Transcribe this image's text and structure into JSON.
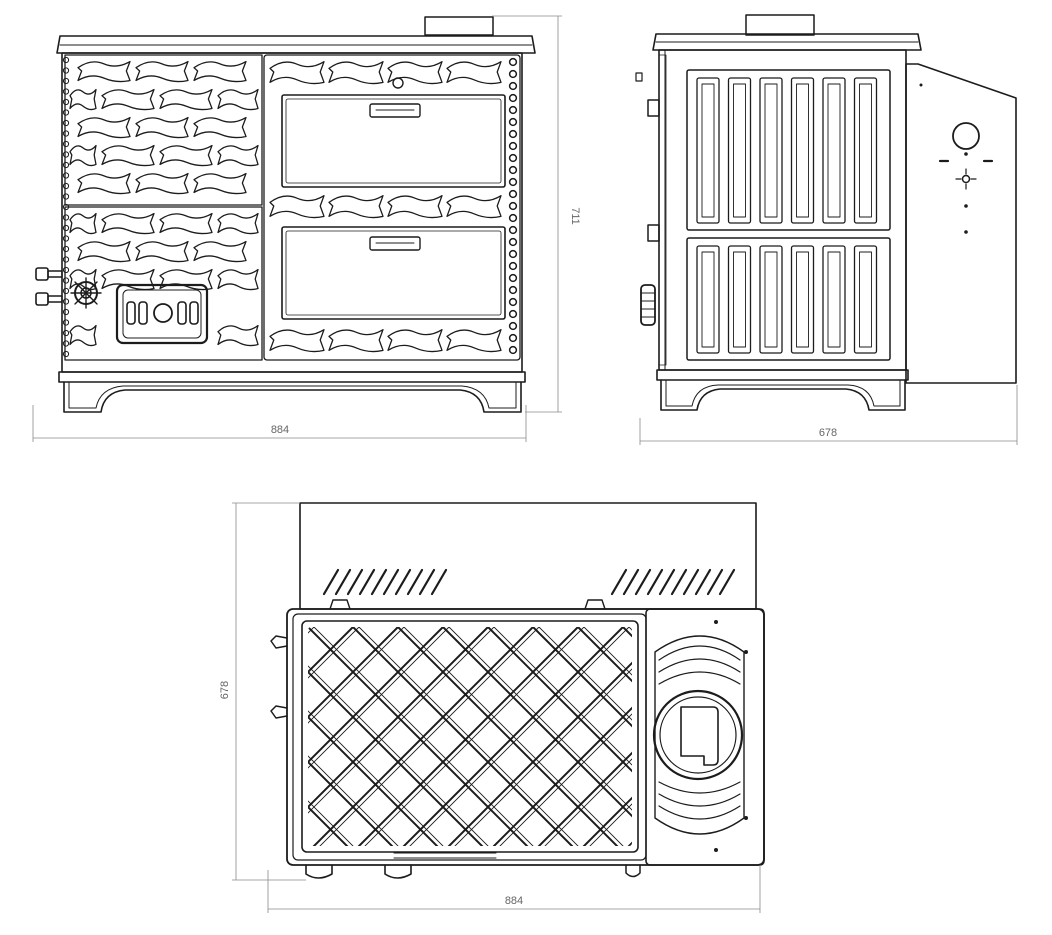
{
  "dimensions": {
    "front_width": "884",
    "front_height": "711",
    "side_depth": "678",
    "top_depth": "678",
    "top_width": "884"
  },
  "colors": {
    "line": "#1c1c1c",
    "dimension_line": "#8a8a8a",
    "background": "#ffffff"
  }
}
